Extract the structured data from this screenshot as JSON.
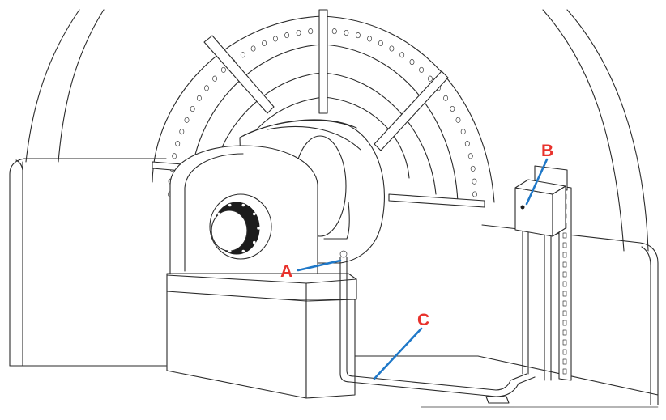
{
  "labels": [
    {
      "id": "A",
      "text": "A"
    },
    {
      "id": "B",
      "text": "B"
    },
    {
      "id": "C",
      "text": "C"
    }
  ],
  "colors": {
    "label_text": "#e8322c",
    "leader_line": "#1f78c8",
    "line_art": "#2a2a2a",
    "background": "#ffffff"
  }
}
